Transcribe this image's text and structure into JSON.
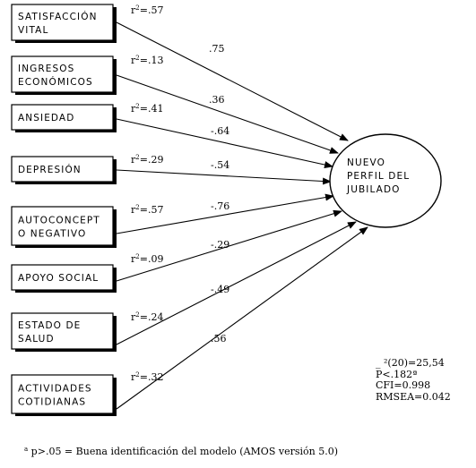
{
  "predictors": [
    {
      "lines": [
        "SATISFACCIÓN",
        "VITAL"
      ],
      "r2_label": "r",
      "r2_value": "=.57",
      "coef": ".75"
    },
    {
      "lines": [
        "INGRESOS",
        "ECONÓMICOS"
      ],
      "r2_label": "r",
      "r2_value": "=.13",
      "coef": ".36"
    },
    {
      "lines": [
        "ANSIEDAD"
      ],
      "r2_label": "r",
      "r2_value": "=.41",
      "coef": "-.64"
    },
    {
      "lines": [
        "DEPRESIÓN"
      ],
      "r2_label": "r",
      "r2_value": "=.29",
      "coef": "-.54"
    },
    {
      "lines": [
        "AUTOCONCEPT",
        "O NEGATIVO"
      ],
      "r2_label": "r",
      "r2_value": "=.57",
      "coef": "-.76"
    },
    {
      "lines": [
        "APOYO SOCIAL"
      ],
      "r2_label": "r",
      "r2_value": "=.09",
      "coef": "-.29"
    },
    {
      "lines": [
        "ESTADO DE",
        "SALUD"
      ],
      "r2_label": "r",
      "r2_value": "=.24",
      "coef": "-.49"
    },
    {
      "lines": [
        "ACTIVIDADES",
        "COTIDIANAS"
      ],
      "r2_label": "r",
      "r2_value": "=.32",
      "coef": ".56"
    }
  ],
  "r2_superscript": "2",
  "outcome": {
    "lines": [
      "NUEVO",
      "PERFIL DEL",
      "JUBILADO"
    ]
  },
  "fit_stats": {
    "chi": "_ ²(20)=25,54",
    "p": "P<.182ª",
    "cfi": "CFI=0.998",
    "rmsea": "RMSEA=0.042"
  },
  "footnote": {
    "marker": "a",
    "text": " p>.05 = Buena identificación del modelo (AMOS versión 5.0)"
  }
}
